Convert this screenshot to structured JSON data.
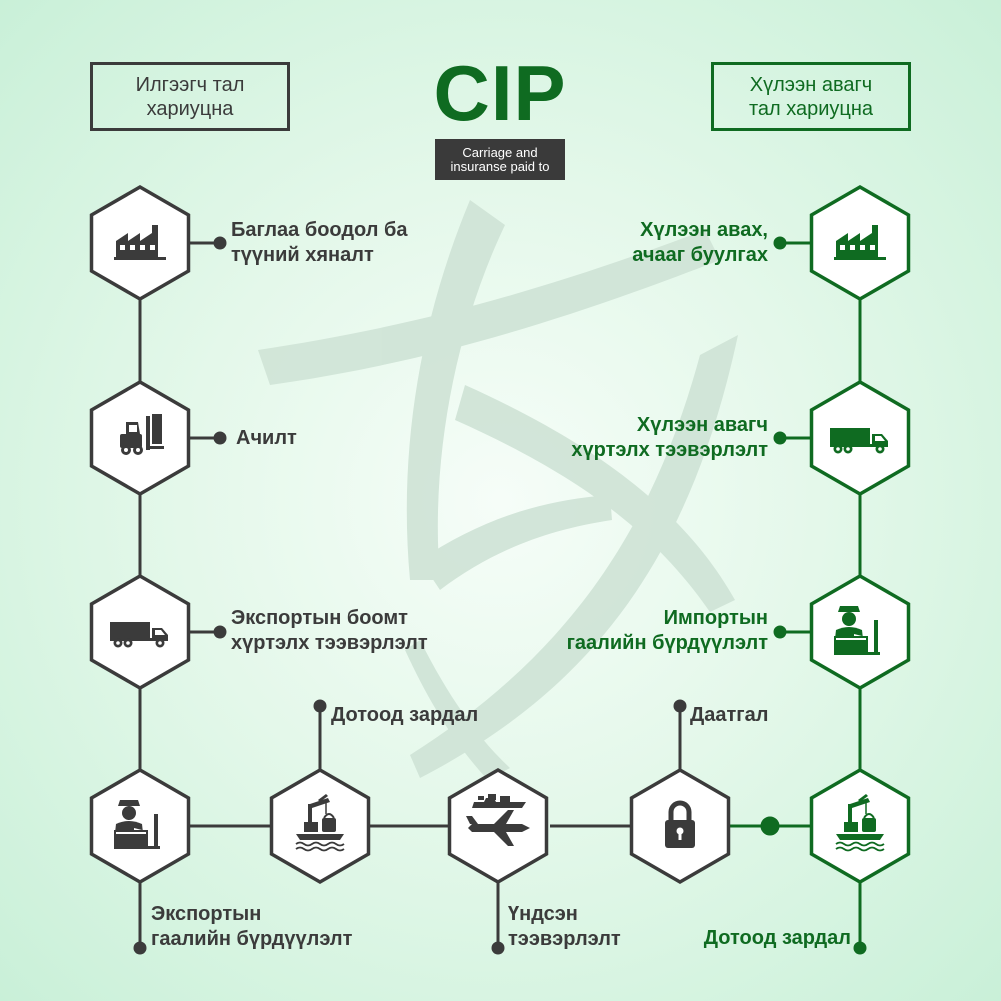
{
  "header": {
    "title": "CIP",
    "subtitle": "Carriage and\ninsuranse paid to",
    "seller_box": "Илгээгч тал\nхариуцна",
    "buyer_box": "Хүлээн авагч\nтал хариуцна"
  },
  "colors": {
    "seller": "#3b3b3b",
    "buyer": "#0f6b21",
    "watermark": "#cfe3d6",
    "background": "#e4f8ea"
  },
  "seller_steps": [
    {
      "label": "Баглаа боодол ба\nтүүний хяналт",
      "icon": "factory-icon"
    },
    {
      "label": "Ачилт",
      "icon": "forklift-icon"
    },
    {
      "label": "Экспортын боомт\nхүртэлх тээвэрлэлт",
      "icon": "truck-icon"
    },
    {
      "label": "Экспортын\nгаалийн бүрдүүлэлт",
      "icon": "customs-officer-icon"
    }
  ],
  "middle_steps": [
    {
      "label": "Дотоод зардал",
      "icon": "port-crane-icon"
    },
    {
      "label": "Үндсэн\nтээвэрлэлт",
      "icon": "ship-plane-icon"
    },
    {
      "label": "Даатгал",
      "icon": "padlock-icon"
    }
  ],
  "buyer_steps": [
    {
      "label": "Хүлээн авах,\nачааг буулгах",
      "icon": "factory-icon"
    },
    {
      "label": "Хүлээн авагч\nхүртэлх тээвэрлэлт",
      "icon": "truck-icon"
    },
    {
      "label": "Импортын\nгаалийн бүрдүүлэлт",
      "icon": "customs-officer-icon"
    },
    {
      "label": "Дотоод зардал",
      "icon": "port-crane-icon"
    }
  ]
}
